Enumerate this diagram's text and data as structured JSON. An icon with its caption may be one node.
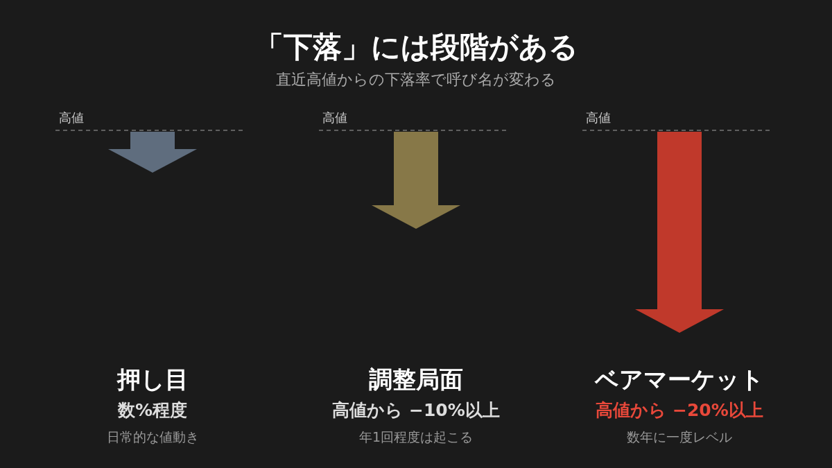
{
  "diagram": {
    "title": "「下落」には段階がある",
    "labels": [
      "直近高値からの下落率で呼び名が変わる",
      "高値",
      "高値",
      "高値",
      "押し目",
      "数%程度",
      "日常的な値動き",
      "調整局面",
      "高値から −10%以上",
      "年1回程度は起こる",
      "ベアマーケット",
      "高値から −20%以上",
      "数年に一度レベル"
    ]
  }
}
